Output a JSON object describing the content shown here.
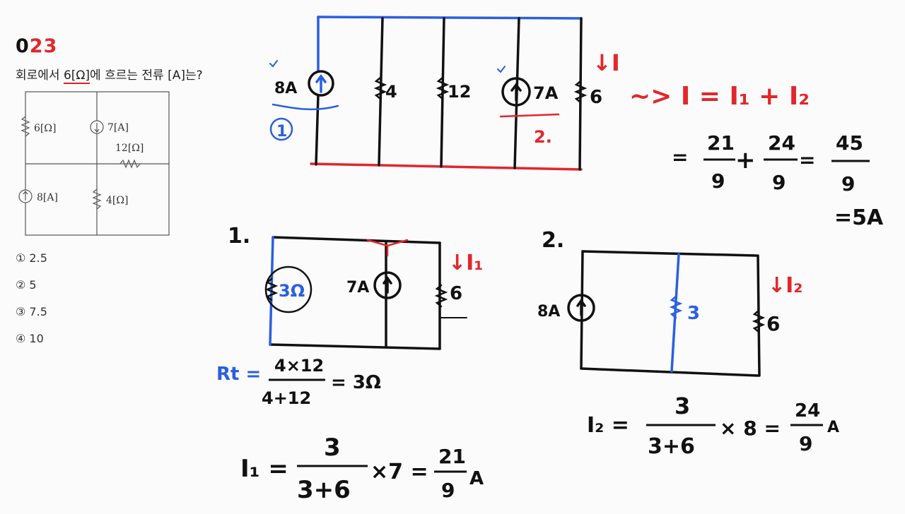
{
  "question": {
    "number_black": "0",
    "number_red": "23",
    "text_pre": "회로에서 ",
    "text_underlined": "6[Ω]",
    "text_post": "에 흐르는 전류 [A]는?"
  },
  "diagram_labels": {
    "r6": "6[Ω]",
    "i7": "7[A]",
    "r12": "12[Ω]",
    "i8": "8[A]",
    "r4": "4[Ω]"
  },
  "choices": [
    "① 2.5",
    "② 5",
    "③ 7.5",
    "④ 10"
  ],
  "handwriting": {
    "top": {
      "src8": "8A",
      "r4": "4",
      "r12": "12",
      "src7": "7A",
      "r6": "6",
      "label_I": "↓I",
      "circle1": "1",
      "label2": "2.",
      "eq": "~> I = I₁ + I₂",
      "sum_eq": "=",
      "f1_num": "21",
      "f1_den": "9",
      "plus": "+",
      "f2_num": "24",
      "f2_den": "9",
      "eq2": "=",
      "f3_num": "45",
      "f3_den": "9",
      "result": "=5A"
    },
    "sub1": {
      "title": "1.",
      "rt_label": "3Ω",
      "src7": "7A",
      "r6": "6",
      "label_I1": "↓I₁",
      "rt_eq": "Rt =",
      "rt_num": "4×12",
      "rt_den": "4+12",
      "rt_res": "= 3Ω",
      "i1_lhs": "I₁ =",
      "i1_num": "3",
      "i1_den": "3+6",
      "i1_rest": "×7 =",
      "i1_rnum": "21",
      "i1_rden": "9",
      "i1_unit": "A"
    },
    "sub2": {
      "title": "2.",
      "src8": "8A",
      "r3": "3",
      "r6": "6",
      "label_I2": "↓I₂",
      "i2_lhs": "I₂ =",
      "i2_num": "3",
      "i2_den": "3+6",
      "i2_rest": "× 8 =",
      "i2_rnum": "24",
      "i2_rden": "9",
      "i2_unit": "A"
    }
  },
  "colors": {
    "ink": "#111111",
    "red": "#e3262b",
    "blue": "#2a5fe0",
    "diagram": "#555555"
  }
}
